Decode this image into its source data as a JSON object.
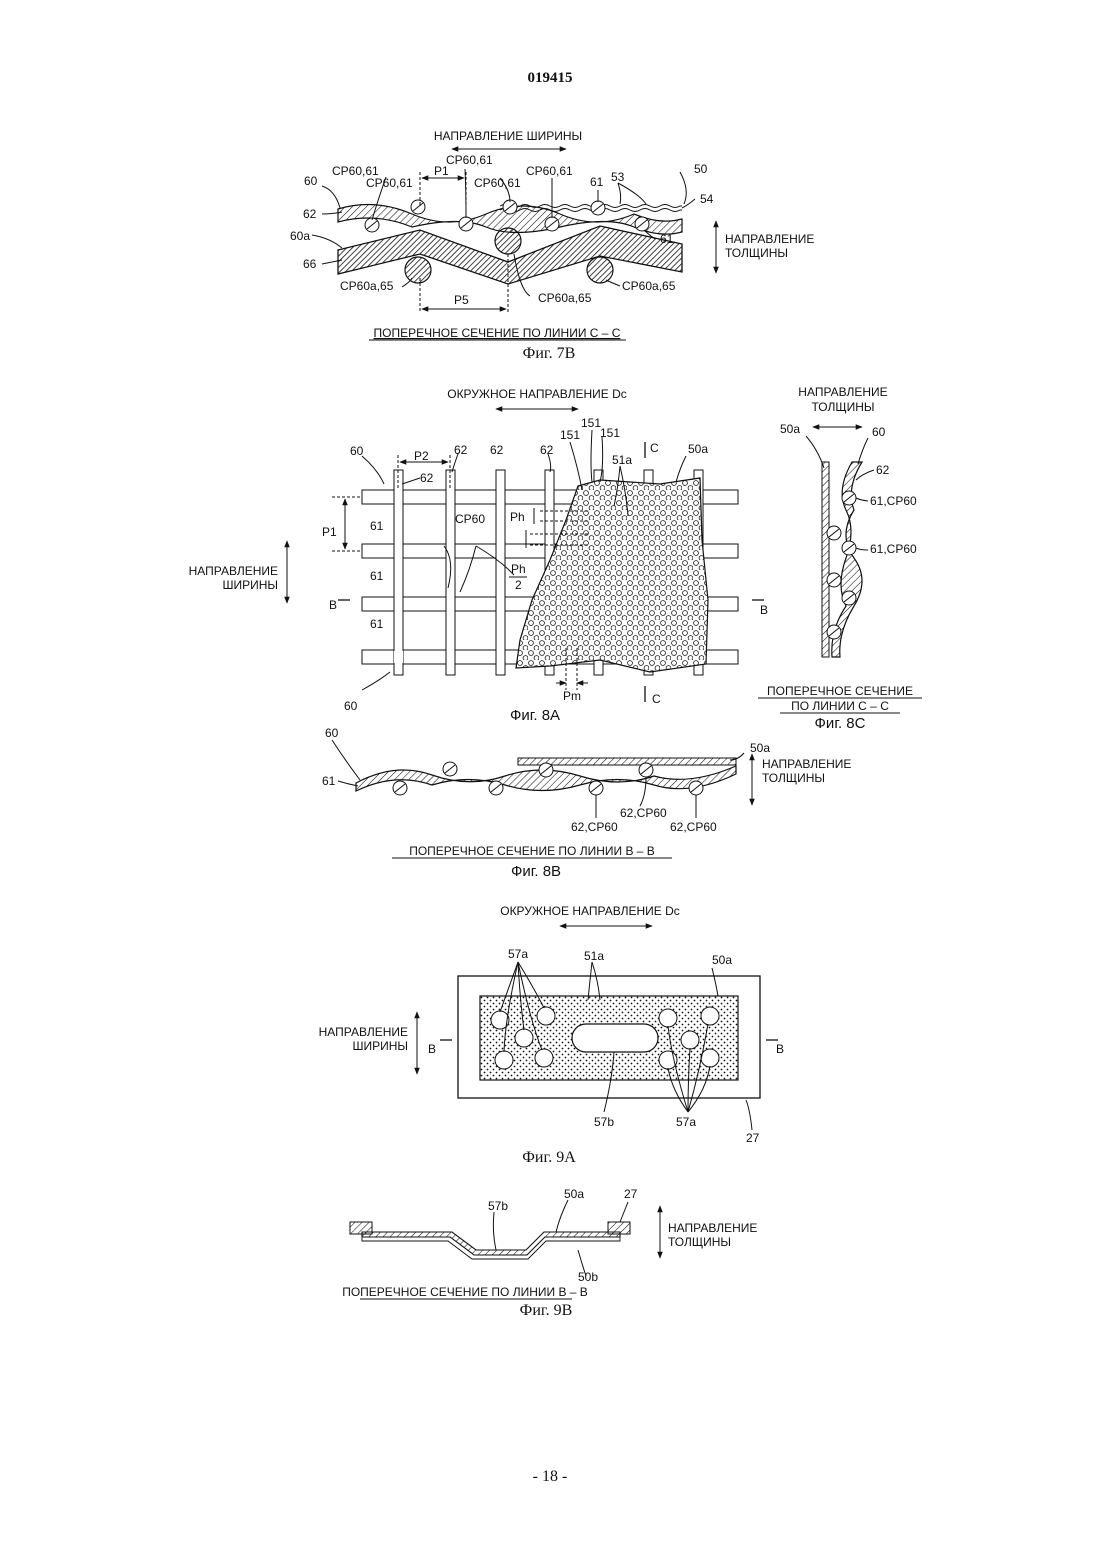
{
  "header": {
    "doc_number": "019415"
  },
  "footer": {
    "page": "- 18 -"
  },
  "fig7b": {
    "width_dir": "НАПРАВЛЕНИЕ ШИРИНЫ",
    "thick_dir_1": "НАПРАВЛЕНИЕ",
    "thick_dir_2": "ТОЛЩИНЫ",
    "labels": {
      "l60": "60",
      "l62": "62",
      "l60a": "60a",
      "l66": "66",
      "cp1": "CP60,61",
      "cp2": "CP60,61",
      "cp3": "CP60,61",
      "cp4": "CP60,61",
      "cp5": "CP60,61",
      "p1": "P1",
      "l61a": "61",
      "l53": "53",
      "l50": "50",
      "l54": "54",
      "l61b": "61",
      "cpa1": "CP60a,65",
      "cpa2": "CP60a,65",
      "cpa3": "CP60a,65",
      "p5": "P5"
    },
    "section": "ПОПЕРЕЧНОЕ СЕЧЕНИЕ ПО ЛИНИИ C – C",
    "caption": "Фиг. 7В"
  },
  "fig8a": {
    "circ_dir": "ОКРУЖНОЕ НАПРАВЛЕНИЕ Dc",
    "width_dir_1": "НАПРАВЛЕНИЕ",
    "width_dir_2": "ШИРИНЫ",
    "labels": {
      "l60top": "60",
      "p2": "P2",
      "l62a": "62",
      "l62b": "62",
      "l62c": "62",
      "l62d": "62",
      "l151a": "151",
      "l151b": "151",
      "l151c": "151",
      "c1": "C",
      "l51a": "51a",
      "l50a": "50a",
      "p1": "P1",
      "ph": "Ph",
      "ph2n": "Ph",
      "ph2d": "2",
      "cp60": "CP60",
      "l61a": "61",
      "l61b": "61",
      "l61c": "61",
      "b1": "B",
      "b2": "B",
      "pm": "Pm",
      "c2": "C",
      "l60bot": "60"
    },
    "caption": "Фиг. 8A"
  },
  "fig8c": {
    "thick_1": "НАПРАВЛЕНИЕ",
    "thick_2": "ТОЛЩИНЫ",
    "labels": {
      "l50a": "50a",
      "l60": "60",
      "l62": "62",
      "cp1": "61,CP60",
      "cp2": "61,CP60"
    },
    "section_1": "ПОПЕРЕЧНОЕ СЕЧЕНИЕ",
    "section_2": "ПО ЛИНИИ C – C",
    "caption": "Фиг. 8C"
  },
  "fig8b": {
    "labels": {
      "l60": "60",
      "l61": "61",
      "l50a": "50a",
      "cp1": "62,CP60",
      "cp2": "62,CP60",
      "cp3": "62,CP60"
    },
    "thick_1": "НАПРАВЛЕНИЕ",
    "thick_2": "ТОЛЩИНЫ",
    "section": "ПОПЕРЕЧНОЕ СЕЧЕНИЕ ПО ЛИНИИ B – B",
    "caption": "Фиг. 8B"
  },
  "fig9a": {
    "circ_dir": "ОКРУЖНОЕ НАПРАВЛЕНИЕ Dc",
    "width_1": "НАПРАВЛЕНИЕ",
    "width_2": "ШИРИНЫ",
    "labels": {
      "l57a1": "57a",
      "l51a": "51a",
      "l50a": "50a",
      "b1": "B",
      "b2": "B",
      "l57b": "57b",
      "l57a2": "57a",
      "l27": "27"
    },
    "caption": "Фиг. 9A"
  },
  "fig9b": {
    "labels": {
      "l57b": "57b",
      "l50a": "50a",
      "l27": "27",
      "l50b": "50b"
    },
    "thick_1": "НАПРАВЛЕНИЕ",
    "thick_2": "ТОЛЩИНЫ",
    "section": "ПОПЕРЕЧНОЕ СЕЧЕНИЕ ПО ЛИНИИ B – B",
    "caption": "Фиг. 9B"
  }
}
